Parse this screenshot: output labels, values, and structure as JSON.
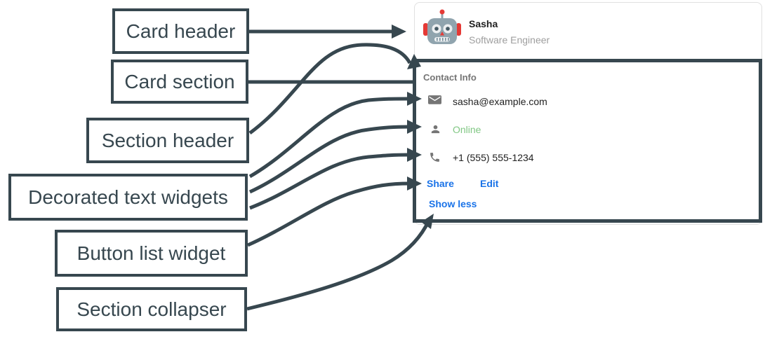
{
  "diagram": {
    "callouts": [
      {
        "text": "Card header"
      },
      {
        "text": "Card section"
      },
      {
        "text": "Section header"
      },
      {
        "text": "Decorated text widgets"
      },
      {
        "text": "Button list widget"
      },
      {
        "text": "Section collapser"
      }
    ]
  },
  "card": {
    "header": {
      "avatar_icon": "robot-avatar",
      "name": "Sasha",
      "role": "Software Engineer"
    },
    "section": {
      "title": "Contact Info",
      "rows": [
        {
          "icon": "mail-icon",
          "text": "sasha@example.com"
        },
        {
          "icon": "person-icon",
          "text": "Online"
        },
        {
          "icon": "phone-icon",
          "text": "+1 (555) 555-1234"
        }
      ],
      "buttons": [
        {
          "label": "Share"
        },
        {
          "label": "Edit"
        }
      ],
      "collapser_label": "Show less"
    }
  },
  "colors": {
    "annotation_ink": "#37474F",
    "link_blue": "#1A73E8",
    "online_green": "#81C784",
    "section_title_gray": "#757575",
    "icon_gray": "#757575",
    "role_gray": "#9E9E9E",
    "body_text": "#212121",
    "card_border": "#E0E0E0"
  }
}
